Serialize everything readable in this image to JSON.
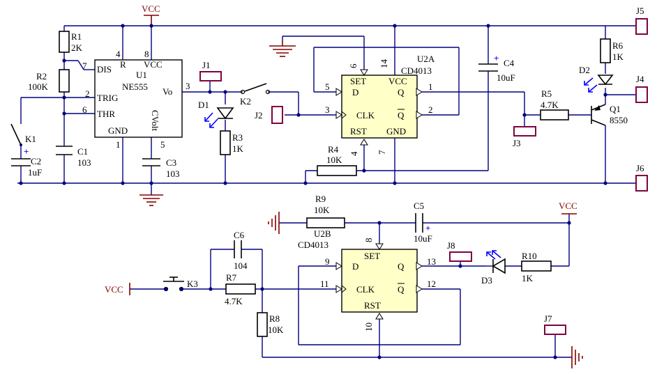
{
  "power": {
    "vcc": "VCC"
  },
  "u1": {
    "ref": "U1",
    "part": "NE555",
    "pins": {
      "dis": "DIS",
      "r": "R",
      "vcc": "VCC",
      "trig": "TRIG",
      "thr": "THR",
      "gnd": "GND",
      "vo": "Vo",
      "cvolt": "CVolt"
    },
    "pin_numbers": {
      "p7": "7",
      "p4": "4",
      "p8": "8",
      "p2": "2",
      "p6": "6",
      "p1": "1",
      "p5": "5",
      "p3": "3"
    }
  },
  "u2a": {
    "ref": "U2A",
    "part": "CD4013",
    "pins": {
      "set": "SET",
      "vcc": "VCC",
      "d": "D",
      "q": "Q",
      "clk": "CLK",
      "qbar": "Q",
      "rst": "RST",
      "gnd": "GND"
    },
    "pin_numbers": {
      "p6": "6",
      "p14": "14",
      "p5": "5",
      "p1": "1",
      "p3": "3",
      "p2": "2",
      "p4": "4",
      "p7": "7"
    }
  },
  "u2b": {
    "ref": "U2B",
    "part": "CD4013",
    "pins": {
      "set": "SET",
      "d": "D",
      "q": "Q",
      "clk": "CLK",
      "qbar": "Q",
      "rst": "RST"
    },
    "pin_numbers": {
      "p8": "8",
      "p9": "9",
      "p13": "13",
      "p11": "11",
      "p12": "12",
      "p10": "10"
    }
  },
  "components": {
    "r1": {
      "ref": "R1",
      "value": "2K"
    },
    "r2": {
      "ref": "R2",
      "value": "100K"
    },
    "r3": {
      "ref": "R3",
      "value": "1K"
    },
    "r4": {
      "ref": "R4",
      "value": "10K"
    },
    "r5": {
      "ref": "R5",
      "value": "4.7K"
    },
    "r6": {
      "ref": "R6",
      "value": "1K"
    },
    "r7": {
      "ref": "R7",
      "value": "4.7K"
    },
    "r8": {
      "ref": "R8",
      "value": "10K"
    },
    "r9": {
      "ref": "R9",
      "value": "10K"
    },
    "r10": {
      "ref": "R10",
      "value": "1K"
    },
    "c1": {
      "ref": "C1",
      "value": "103"
    },
    "c2": {
      "ref": "C2",
      "value": "1uF"
    },
    "c3": {
      "ref": "C3",
      "value": "103"
    },
    "c4": {
      "ref": "C4",
      "value": "10uF"
    },
    "c5": {
      "ref": "C5",
      "value": "10uF"
    },
    "c6": {
      "ref": "C6",
      "value": "104"
    },
    "d1": {
      "ref": "D1"
    },
    "d2": {
      "ref": "D2"
    },
    "d3": {
      "ref": "D3"
    },
    "q1": {
      "ref": "Q1",
      "value": "8550"
    },
    "k1": {
      "ref": "K1"
    },
    "k2": {
      "ref": "K2"
    },
    "k3": {
      "ref": "K3"
    },
    "j1": {
      "ref": "J1"
    },
    "j2": {
      "ref": "J2"
    },
    "j3": {
      "ref": "J3"
    },
    "j4": {
      "ref": "J4"
    },
    "j5": {
      "ref": "J5"
    },
    "j6": {
      "ref": "J6"
    },
    "j7": {
      "ref": "J7"
    },
    "j8": {
      "ref": "J8"
    }
  },
  "polarity": {
    "plus": "+"
  }
}
